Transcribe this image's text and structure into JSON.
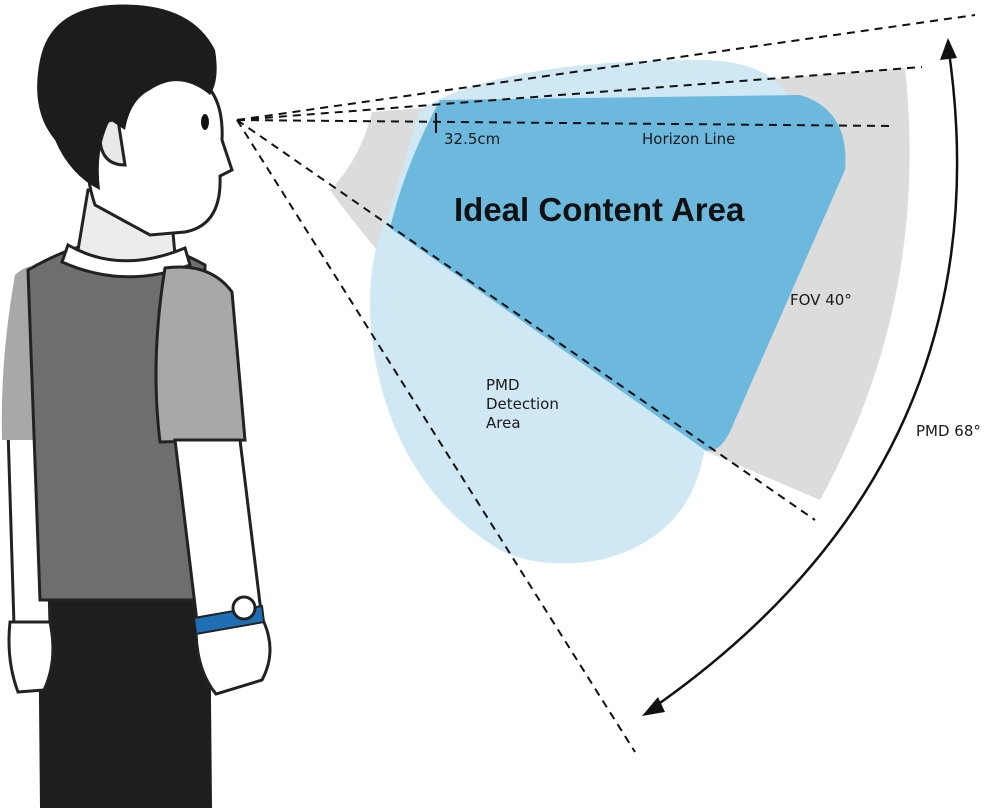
{
  "labels": {
    "horizon_distance": "32.5cm",
    "horizon_line": "Horizon Line",
    "ideal_content_area": "Ideal Content Area",
    "fov": "FOV 40°",
    "pmd_detection_line1": "PMD",
    "pmd_detection_line2": "Detection",
    "pmd_detection_line3": "Area",
    "pmd_angle": "PMD 68°"
  },
  "colors": {
    "fov_region": "#dcdcdc",
    "pmd_detection_region": "#cfe8f4",
    "ideal_content_region": "#6db9de",
    "wristband": "#1f6fb5",
    "hair": "#1c1c1c",
    "vest": "#6e6e6e",
    "sleeve": "#a8a8a8",
    "pants": "#1e1e1e"
  },
  "icons": {
    "person": "person-figure",
    "device": "wrist-device"
  }
}
